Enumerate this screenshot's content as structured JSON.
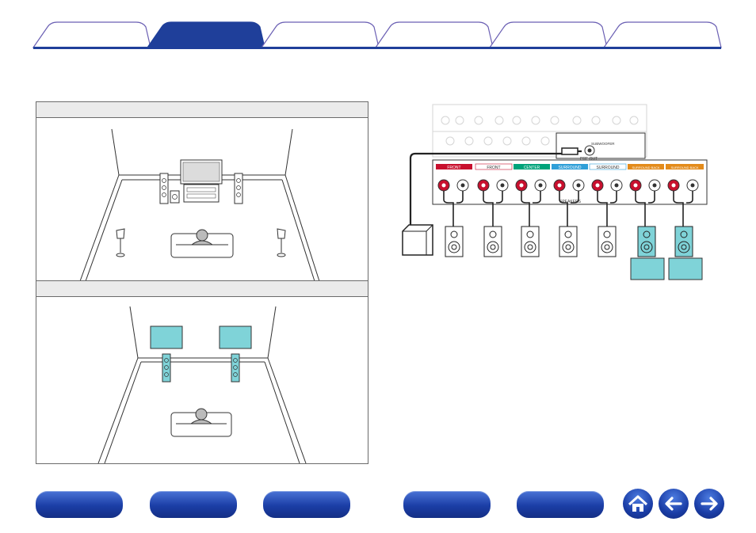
{
  "tabs": [
    {
      "label": "",
      "active": false
    },
    {
      "label": "",
      "active": true
    },
    {
      "label": "",
      "active": false
    },
    {
      "label": "",
      "active": false
    },
    {
      "label": "",
      "active": false
    },
    {
      "label": "",
      "active": false
    }
  ],
  "panels": {
    "top_header": "",
    "bottom_header": ""
  },
  "diagram": {
    "terminals": [
      "FRONT",
      "FRONT",
      "CENTER",
      "SURROUND",
      "SURROUND",
      "SURROUND BACK",
      "SURROUND BACK"
    ],
    "speakers_label": "SPEAKERS",
    "preout_label": "PRE OUT",
    "subwoofer_label": "SUBWOOFER",
    "colors": {
      "front": "#c8102e",
      "center": "#00a37a",
      "surround": "#2f9fd8",
      "surround_back": "#e38b1b",
      "highlight": "#7fd3d8",
      "nav_blue": "#1f46b0",
      "tab_active": "#1f3f9a"
    }
  },
  "bottom_nav": [
    {
      "label": ""
    },
    {
      "label": ""
    },
    {
      "label": ""
    },
    {
      "label": ""
    },
    {
      "label": ""
    }
  ],
  "icons": {
    "home": "home-icon",
    "back": "arrow-left-icon",
    "forward": "arrow-right-icon"
  }
}
